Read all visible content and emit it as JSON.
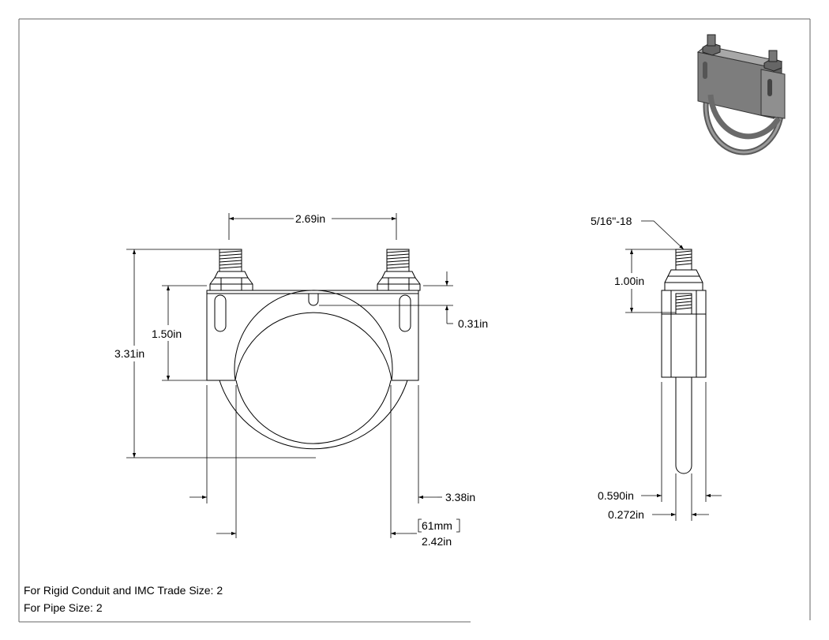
{
  "dimensions": {
    "bolt_spacing": "2.69in",
    "total_height": "3.31in",
    "bracket_height": "1.50in",
    "slot_depth": "0.31in",
    "outer_width": "3.38in",
    "inner_diameter_mm": "61mm",
    "inner_diameter_in": "2.42in",
    "thread_spec": "5/16\"-18",
    "thread_length": "1.00in",
    "side_width": "0.590in",
    "rod_diameter": "0.272in"
  },
  "notes": {
    "conduit": "For Rigid Conduit and IMC Trade Size: 2",
    "pipe": "For Pipe Size: 2"
  },
  "colors": {
    "line": "#000000",
    "part_dark": "#555555",
    "part_mid": "#8a8a8a",
    "part_light": "#b5b5b5"
  }
}
